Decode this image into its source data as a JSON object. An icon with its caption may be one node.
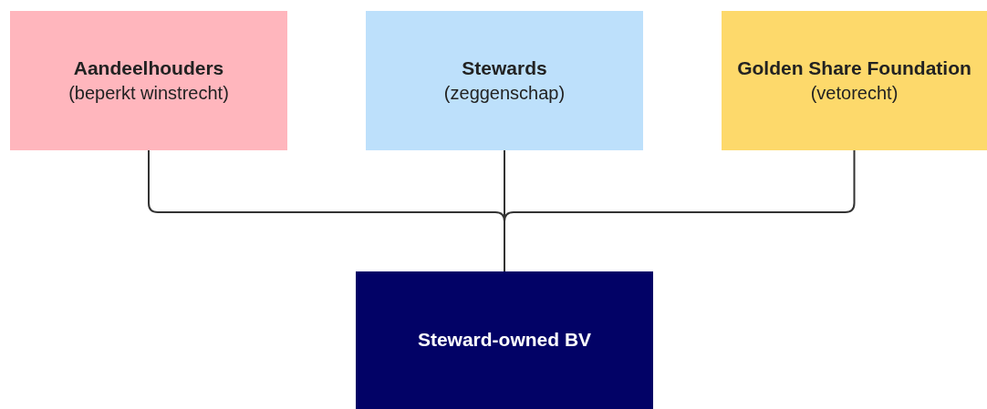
{
  "diagram": {
    "nodes": [
      {
        "text": [
          "Aandeelhouders",
          "(beperkt winstrecht)"
        ]
      },
      {
        "text": [
          "Stewards",
          "(zeggenschap)"
        ]
      },
      {
        "text": [
          "Golden Share Foundation",
          "(vetorecht)"
        ]
      },
      {
        "text": [
          "Steward-owned BV"
        ]
      }
    ],
    "edges": [
      {
        "from": 0,
        "to": 3,
        "arrow": "none"
      },
      {
        "from": 1,
        "to": 3,
        "arrow": "none"
      },
      {
        "from": 2,
        "to": 3,
        "arrow": "none"
      }
    ]
  }
}
